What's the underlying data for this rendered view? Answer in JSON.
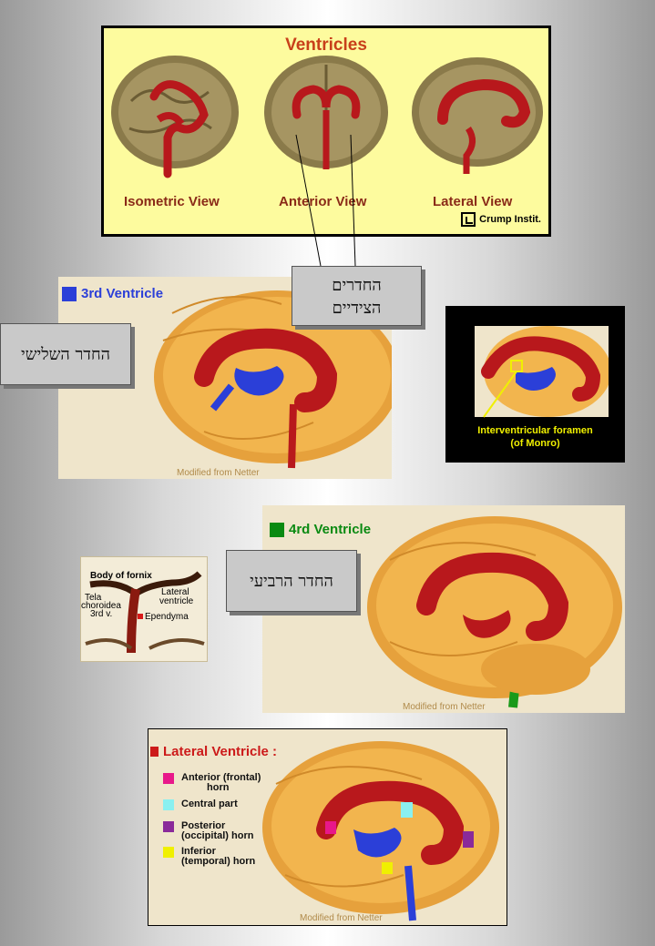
{
  "ventricles_panel": {
    "title": "Ventricles",
    "views": [
      "Isometric View",
      "Anterior View",
      "Lateral View"
    ],
    "credit": "Crump Instit."
  },
  "callouts": {
    "lateral_hebrew_line1": "החדרים",
    "lateral_hebrew_line2": "הצידיים",
    "third_hebrew": "החדר השלישי",
    "fourth_hebrew": "החדר הרביעי"
  },
  "third_ventricle": {
    "heading": "3rd Ventricle",
    "color": "#2b3fd8",
    "credit": "Modified from Netter"
  },
  "monro_inset": {
    "label_line1": "Interventricular foramen",
    "label_line2": "(of Monro)"
  },
  "fornix_inset": {
    "body_of_fornix": "Body of fornix",
    "lateral_ventricle_1": "Lateral",
    "lateral_ventricle_2": "ventricle",
    "tela_1": "Tela",
    "tela_2": "choroidea",
    "tela_3": "3rd v.",
    "ependyma": "Ependyma"
  },
  "fourth_ventricle": {
    "heading": "4rd Ventricle",
    "color": "#0a8a12",
    "credit": "Modified from Netter"
  },
  "lateral_ventricle": {
    "heading": "Lateral Ventricle :",
    "color": "#cc1a1a",
    "legend": [
      {
        "line1": "Anterior (frontal)",
        "line2": "horn",
        "color": "#e8188a"
      },
      {
        "line1": "Central part",
        "line2": "",
        "color": "#8af0f0"
      },
      {
        "line1": "Posterior",
        "line2": "(occipital) horn",
        "color": "#8a2a9a"
      },
      {
        "line1": "Inferior",
        "line2": "(temporal) horn",
        "color": "#f0f000"
      }
    ],
    "credit": "Modified from Netter"
  }
}
